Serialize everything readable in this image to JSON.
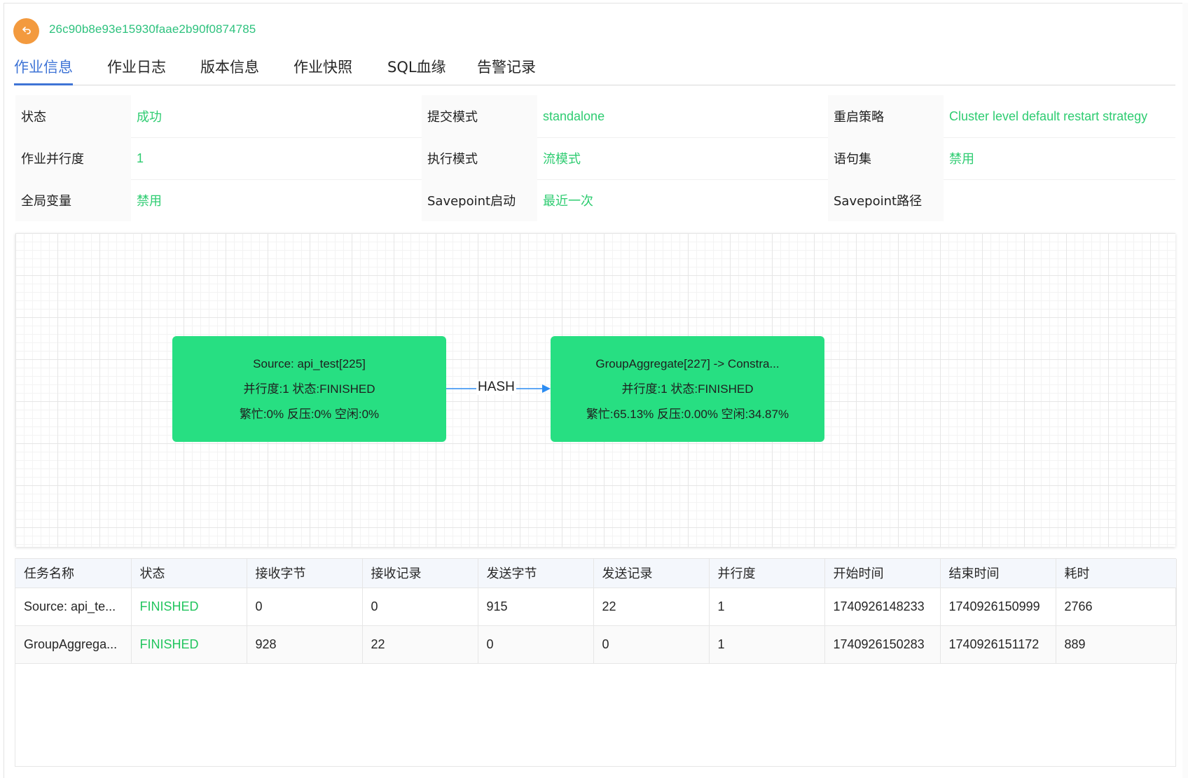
{
  "header": {
    "job_id": "26c90b8e93e15930faae2b90f0874785"
  },
  "colors": {
    "accent": "#3f74d6",
    "success": "#2ecc71",
    "node": "#27df82",
    "back": "#f39a3e",
    "edge": "#2b8cf2"
  },
  "tabs": [
    {
      "label": "作业信息",
      "active": true
    },
    {
      "label": "作业日志"
    },
    {
      "label": "版本信息"
    },
    {
      "label": "作业快照"
    },
    {
      "label": "SQL血缘"
    },
    {
      "label": "告警记录"
    }
  ],
  "info": {
    "status": {
      "label": "状态",
      "value": "成功"
    },
    "submit_mode": {
      "label": "提交模式",
      "value": "standalone"
    },
    "restart_strategy": {
      "label": "重启策略",
      "value": "Cluster level default restart strategy"
    },
    "parallelism": {
      "label": "作业并行度",
      "value": "1"
    },
    "exec_mode": {
      "label": "执行模式",
      "value": "流模式"
    },
    "statement_set": {
      "label": "语句集",
      "value": "禁用"
    },
    "global_vars": {
      "label": "全局变量",
      "value": "禁用"
    },
    "savepoint_start": {
      "label": "Savepoint启动",
      "value": "最近一次"
    },
    "savepoint_path": {
      "label": "Savepoint路径",
      "value": ""
    }
  },
  "graph": {
    "nodes": [
      {
        "title": "Source: api_test[225]",
        "line2": "并行度:1   状态:FINISHED",
        "line3": "繁忙:0%   反压:0%   空闲:0%"
      },
      {
        "title": "GroupAggregate[227] -> Constra...",
        "line2": "并行度:1   状态:FINISHED",
        "line3": "繁忙:65.13%   反压:0.00%   空闲:34.87%"
      }
    ],
    "edge_label": "HASH"
  },
  "table": {
    "headers": [
      "任务名称",
      "状态",
      "接收字节",
      "接收记录",
      "发送字节",
      "发送记录",
      "并行度",
      "开始时间",
      "结束时间",
      "耗时"
    ],
    "rows": [
      [
        "Source: api_te...",
        "FINISHED",
        "0",
        "0",
        "915",
        "22",
        "1",
        "1740926148233",
        "1740926150999",
        "2766"
      ],
      [
        "GroupAggrega...",
        "FINISHED",
        "928",
        "22",
        "0",
        "0",
        "1",
        "1740926150283",
        "1740926151172",
        "889"
      ]
    ]
  }
}
